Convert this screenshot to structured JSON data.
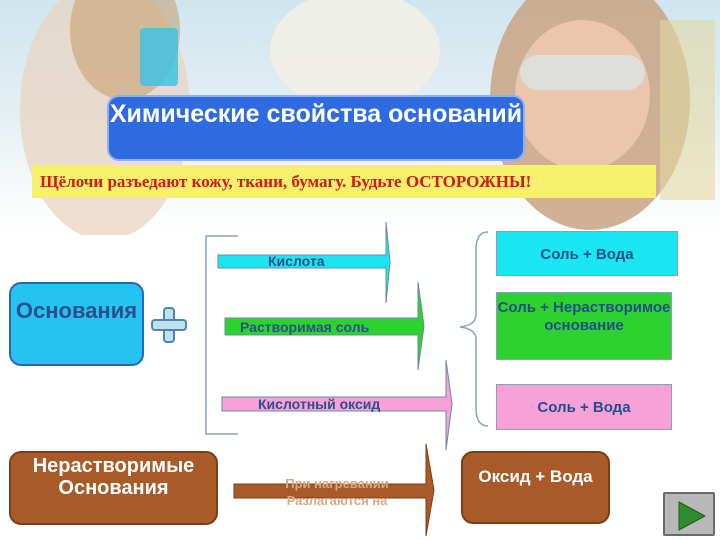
{
  "title": "Химические свойства оснований",
  "warning": "Щёлочи разъедают кожу, ткани, бумагу. Будьте ОСТОРОЖНЫ!",
  "bases_label": "Основания",
  "insoluble_label": "Нерастворимые Основания",
  "reactants": [
    {
      "label": "Кислота",
      "color": "#19e6f2"
    },
    {
      "label": "Растворимая соль",
      "color": "#2ed22e"
    },
    {
      "label": "Кислотный оксид",
      "color": "#f8a0d8"
    }
  ],
  "products": [
    {
      "label": "Соль + Вода"
    },
    {
      "label": "Соль + Нерастворимое основание"
    },
    {
      "label": "Соль + Вода"
    }
  ],
  "heating_label": "При нагревании Разлагаются на",
  "decomposition_product": "Оксид + Вода",
  "next_icon": "next-arrow-icon",
  "plus_icon": "plus-icon"
}
